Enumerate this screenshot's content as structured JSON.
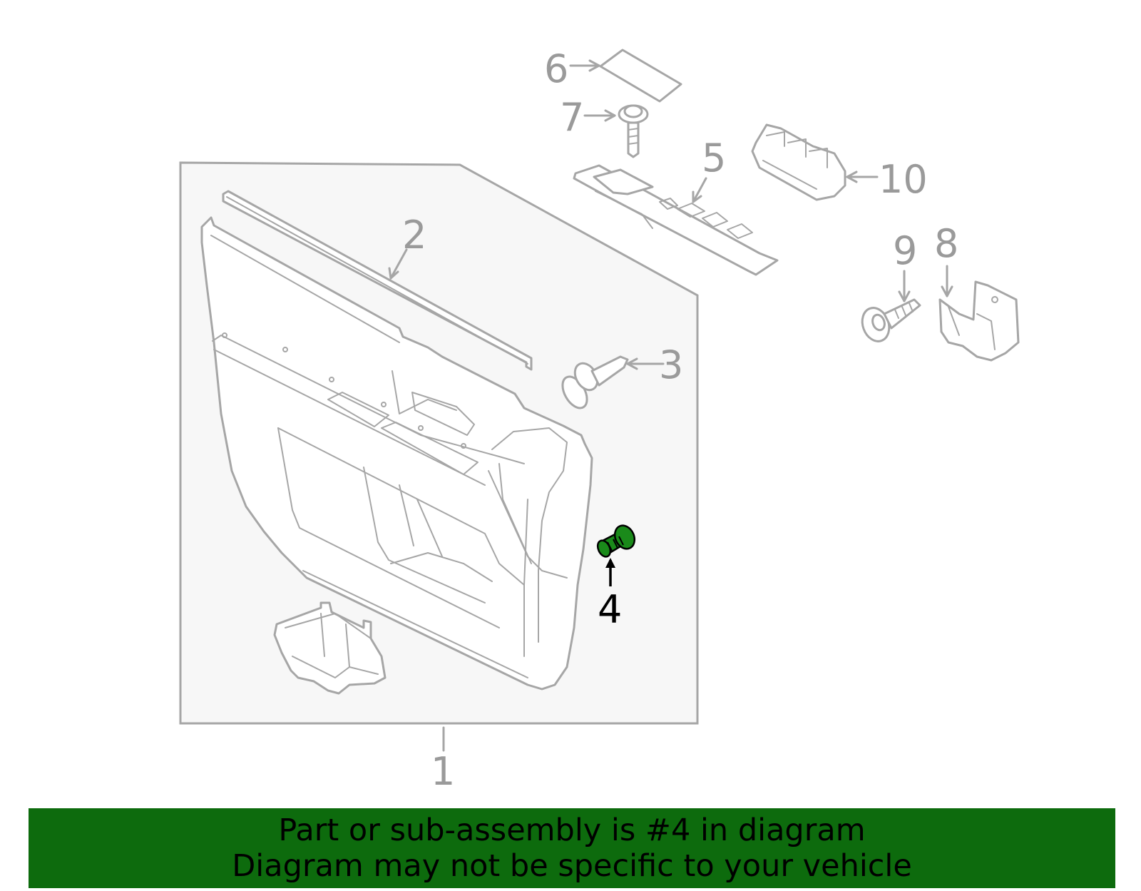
{
  "diagram": {
    "callouts": [
      {
        "id": "1",
        "label": "1",
        "highlighted": false
      },
      {
        "id": "2",
        "label": "2",
        "highlighted": false
      },
      {
        "id": "3",
        "label": "3",
        "highlighted": false
      },
      {
        "id": "4",
        "label": "4",
        "highlighted": true
      },
      {
        "id": "5",
        "label": "5",
        "highlighted": false
      },
      {
        "id": "6",
        "label": "6",
        "highlighted": false
      },
      {
        "id": "7",
        "label": "7",
        "highlighted": false
      },
      {
        "id": "8",
        "label": "8",
        "highlighted": false
      },
      {
        "id": "9",
        "label": "9",
        "highlighted": false
      },
      {
        "id": "10",
        "label": "10",
        "highlighted": false
      }
    ]
  },
  "banner": {
    "line1": "Part or sub-assembly is #4 in diagram",
    "line2": "Diagram may not be specific to your vehicle"
  },
  "colors": {
    "line_gray": "#a6a6a6",
    "label_gray": "#9a9a9a",
    "highlight_green": "#0d6b0d",
    "part_green": "#1a8a1a",
    "text_black": "#000000"
  },
  "icons": {
    "banner": "none"
  }
}
